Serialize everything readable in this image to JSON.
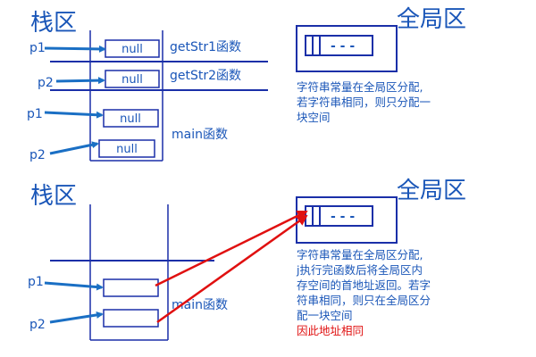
{
  "top": {
    "stack_title": "栈区",
    "global_title": "全局区",
    "pointers": [
      "p1",
      "p2",
      "p1",
      "p2"
    ],
    "cells": [
      "null",
      "null",
      "null",
      "null"
    ],
    "functions": [
      "getStr1函数",
      "getStr2函数",
      "main函数"
    ],
    "global_dots": "- - -",
    "note_lines": [
      "字符串常量在全局区分配,",
      "若字符串相同，则只分配一",
      "块空间"
    ]
  },
  "bottom": {
    "stack_title": "栈区",
    "global_title": "全局区",
    "pointers": [
      "p1",
      "p2"
    ],
    "function": "main函数",
    "global_dots": "- - -",
    "note_lines": [
      "字符串常量在全局区分配,",
      "j执行完函数后将全局区内",
      "存空间的首地址返回。若字",
      "符串相同，则只在全局区分",
      "配一块空间"
    ],
    "note_red": "因此地址相同"
  },
  "colors": {
    "blue": "#1a56b8",
    "dark_line": "#1a2fa8",
    "arrow_blue": "#1a6fc4",
    "red": "#e01010"
  }
}
